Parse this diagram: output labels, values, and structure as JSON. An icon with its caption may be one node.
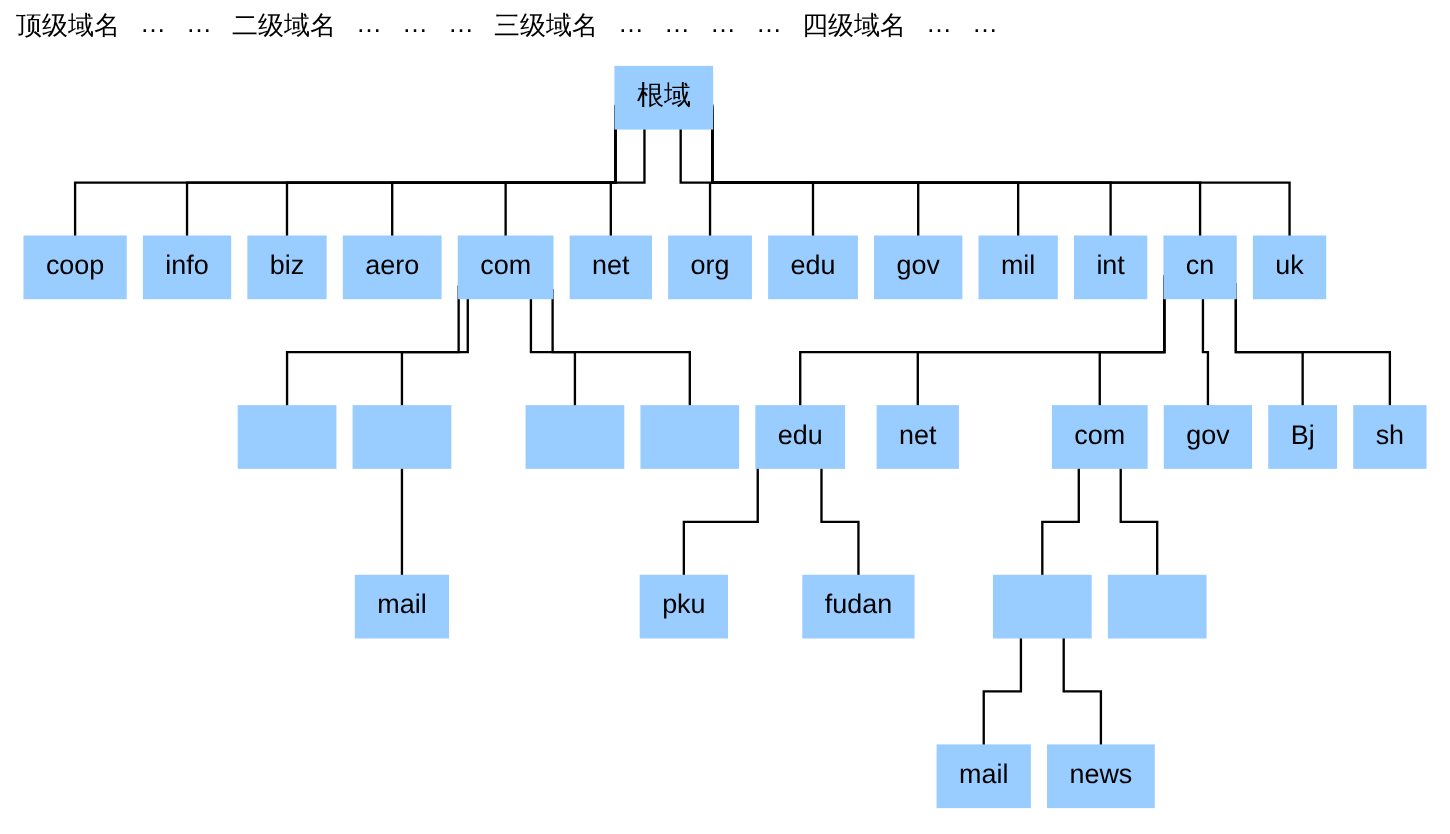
{
  "diagram": {
    "nodes": [
      {
        "text": [
          "根域"
        ]
      },
      {
        "text": [
          "coop"
        ]
      },
      {
        "text": [
          "info"
        ]
      },
      {
        "text": [
          "biz"
        ]
      },
      {
        "text": [
          "aero"
        ]
      },
      {
        "text": [
          "com"
        ]
      },
      {
        "text": [
          "net"
        ]
      },
      {
        "text": [
          "org"
        ]
      },
      {
        "text": [
          "edu"
        ]
      },
      {
        "text": [
          "gov"
        ]
      },
      {
        "text": [
          "mil"
        ]
      },
      {
        "text": [
          "int"
        ]
      },
      {
        "text": [
          "cn"
        ]
      },
      {
        "text": [
          "uk"
        ]
      },
      {
        "text": [],
        "shape": "box"
      },
      {
        "text": [],
        "shape": "box"
      },
      {
        "text": [],
        "shape": "box"
      },
      {
        "text": [],
        "shape": "box"
      },
      {
        "text": [
          "edu"
        ]
      },
      {
        "text": [
          "net"
        ]
      },
      {
        "text": [
          "com"
        ]
      },
      {
        "text": [
          "gov"
        ]
      },
      {
        "text": [
          "Bj"
        ]
      },
      {
        "text": [
          "sh"
        ]
      },
      {
        "text": [
          "mail"
        ]
      },
      {
        "text": [
          "pku"
        ]
      },
      {
        "text": [
          "fudan"
        ]
      },
      {
        "text": [],
        "shape": "box"
      },
      {
        "text": [],
        "shape": "box"
      },
      {
        "text": [
          "mail"
        ]
      },
      {
        "text": [
          "news"
        ]
      }
    ],
    "edges": [
      {
        "from": 0,
        "to": 1,
        "arrow": "none"
      },
      {
        "from": 0,
        "to": 2,
        "arrow": "none"
      },
      {
        "from": 0,
        "to": 3,
        "arrow": "none"
      },
      {
        "from": 0,
        "to": 4,
        "arrow": "none"
      },
      {
        "from": 0,
        "to": 5,
        "arrow": "none"
      },
      {
        "from": 0,
        "to": 6,
        "arrow": "none"
      },
      {
        "from": 0,
        "to": 7,
        "arrow": "none"
      },
      {
        "from": 0,
        "to": 8,
        "arrow": "none"
      },
      {
        "from": 0,
        "to": 9,
        "arrow": "none"
      },
      {
        "from": 0,
        "to": 10,
        "arrow": "none"
      },
      {
        "from": 0,
        "to": 11,
        "arrow": "none"
      },
      {
        "from": 0,
        "to": 12,
        "arrow": "none"
      },
      {
        "from": 0,
        "to": 13,
        "arrow": "none"
      },
      {
        "from": 5,
        "to": 14,
        "arrow": "none"
      },
      {
        "from": 5,
        "to": 15,
        "arrow": "none"
      },
      {
        "from": 5,
        "to": 16,
        "arrow": "none"
      },
      {
        "from": 5,
        "to": 17,
        "arrow": "none"
      },
      {
        "from": 12,
        "to": 18,
        "arrow": "none"
      },
      {
        "from": 12,
        "to": 19,
        "arrow": "none"
      },
      {
        "from": 12,
        "to": 20,
        "arrow": "none"
      },
      {
        "from": 12,
        "to": 21,
        "arrow": "none"
      },
      {
        "from": 12,
        "to": 22,
        "arrow": "none"
      },
      {
        "from": 12,
        "to": 23,
        "arrow": "none"
      },
      {
        "from": 15,
        "to": 24,
        "arrow": "none"
      },
      {
        "from": 18,
        "to": 25,
        "arrow": "none"
      },
      {
        "from": 18,
        "to": 26,
        "arrow": "none"
      },
      {
        "from": 20,
        "to": 27,
        "arrow": "none"
      },
      {
        "from": 20,
        "to": 28,
        "arrow": "none"
      },
      {
        "from": 27,
        "to": 29,
        "arrow": "none"
      },
      {
        "from": 27,
        "to": 30,
        "arrow": "none"
      }
    ],
    "labels": [
      "顶级域名",
      "…",
      "…",
      "二级域名",
      "…",
      "…",
      "…",
      "三级域名",
      "…",
      "…",
      "…",
      "…",
      "四级域名",
      "…",
      "…"
    ]
  }
}
